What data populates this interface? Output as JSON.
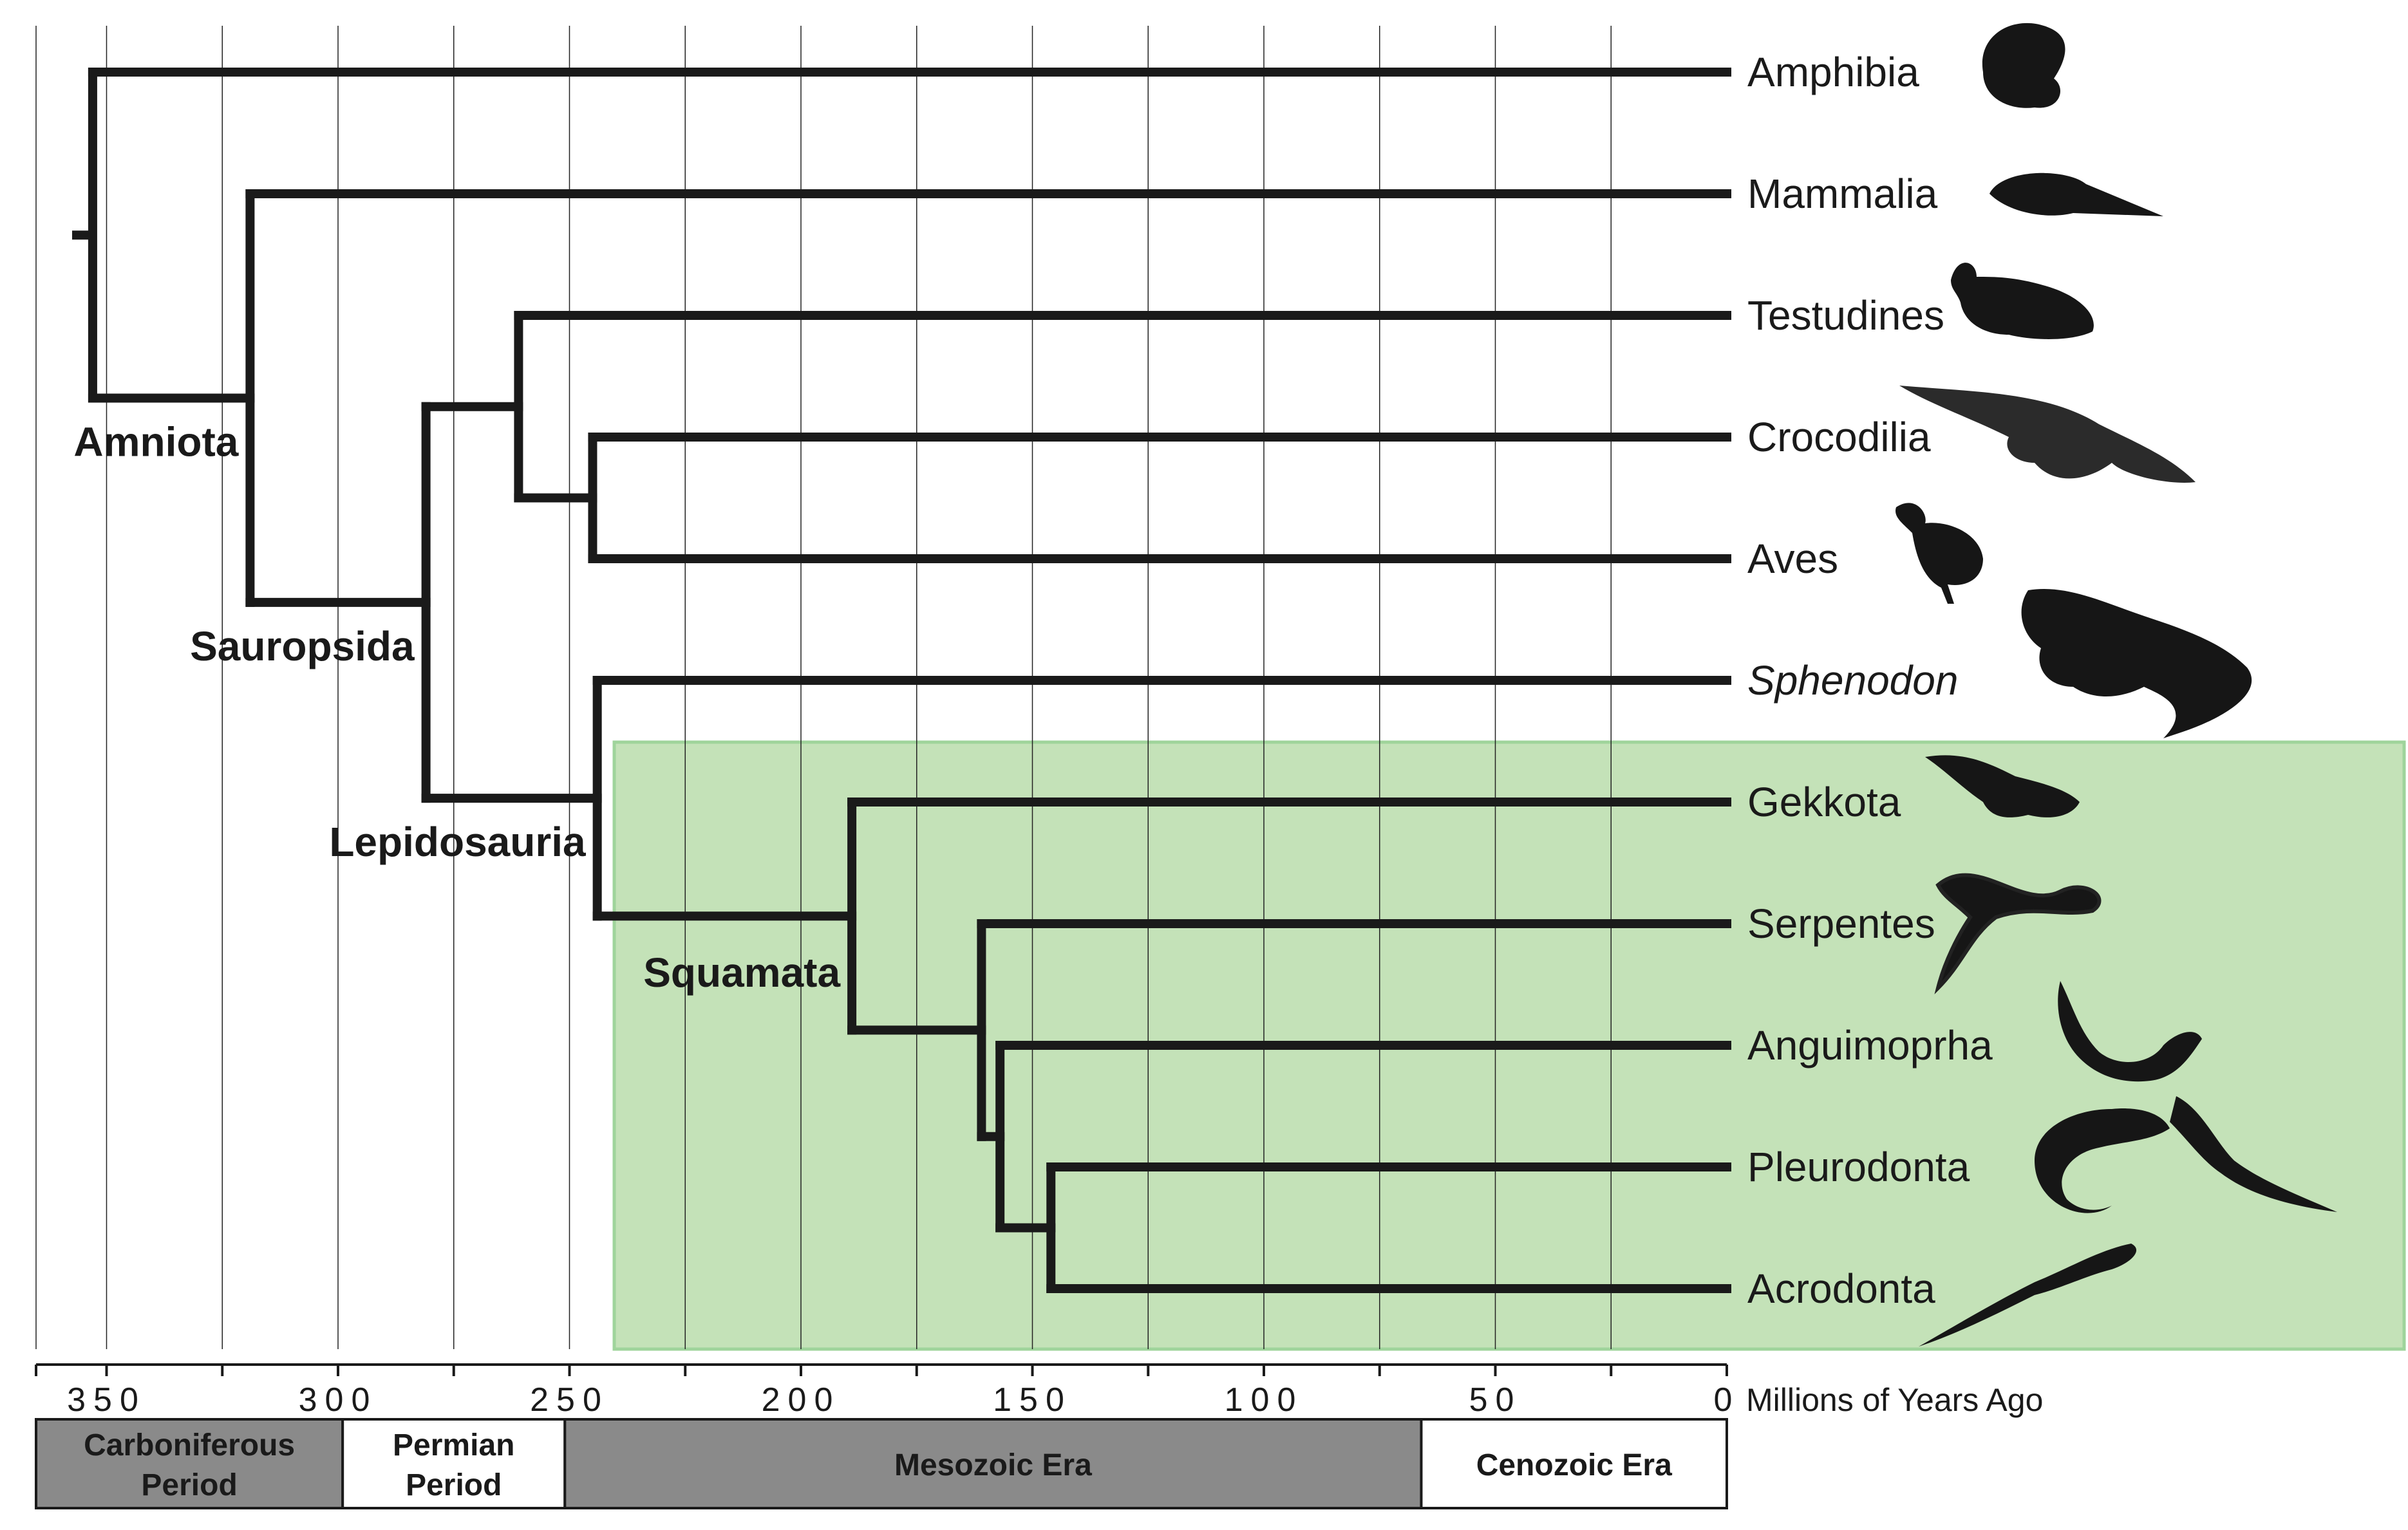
{
  "axis": {
    "ticks": [
      350,
      300,
      250,
      200,
      150,
      100,
      50,
      0
    ],
    "label": "Millions of Years Ago",
    "range_mya": [
      363,
      0
    ]
  },
  "periods": [
    {
      "lines": [
        "Carboniferous",
        "Period"
      ],
      "from": 363,
      "to": 299,
      "fill": "#8a8a8a"
    },
    {
      "lines": [
        "Permian",
        "Period"
      ],
      "from": 299,
      "to": 251,
      "fill": "#ffffff"
    },
    {
      "lines": [
        "Mesozoic Era"
      ],
      "from": 251,
      "to": 66,
      "fill": "#8a8a8a"
    },
    {
      "lines": [
        "Cenozoic Era"
      ],
      "from": 66,
      "to": 0,
      "fill": "#ffffff"
    }
  ],
  "taxa": [
    {
      "name": "Amphibia",
      "italic": false,
      "icon": "frog-icon"
    },
    {
      "name": "Mammalia",
      "italic": false,
      "icon": "shrew-icon"
    },
    {
      "name": "Testudines",
      "italic": false,
      "icon": "turtle-icon"
    },
    {
      "name": "Crocodilia",
      "italic": false,
      "icon": "crocodile-icon"
    },
    {
      "name": "Aves",
      "italic": false,
      "icon": "bird-icon"
    },
    {
      "name": "Sphenodon",
      "italic": true,
      "icon": "tuatara-icon"
    },
    {
      "name": "Gekkota",
      "italic": false,
      "icon": "gecko-icon"
    },
    {
      "name": "Serpentes",
      "italic": false,
      "icon": "snake-icon"
    },
    {
      "name": "Anguimoprha",
      "italic": false,
      "icon": "lizard-icon"
    },
    {
      "name": "Pleurodonta",
      "italic": false,
      "icon": "iguana-icon"
    },
    {
      "name": "Acrodonta",
      "italic": false,
      "icon": "agamid-icon"
    }
  ],
  "nodes": [
    {
      "id": "root",
      "age": 353,
      "children": [
        "Amphibia",
        "Amniota"
      ]
    },
    {
      "id": "Amniota",
      "label": "Amniota",
      "age": 319,
      "children": [
        "Mammalia",
        "Sauropsida"
      ]
    },
    {
      "id": "Sauropsida",
      "label": "Sauropsida",
      "age": 281,
      "children": [
        "turtle-archosaur",
        "Lepidosauria"
      ]
    },
    {
      "id": "turtle-archosaur",
      "age": 261,
      "children": [
        "Testudines",
        "archosaur"
      ]
    },
    {
      "id": "archosaur",
      "age": 245,
      "children": [
        "Crocodilia",
        "Aves"
      ]
    },
    {
      "id": "Lepidosauria",
      "label": "Lepidosauria",
      "age": 244,
      "children": [
        "Sphenodon",
        "Squamata"
      ]
    },
    {
      "id": "Squamata",
      "label": "Squamata",
      "age": 189,
      "children": [
        "Gekkota",
        "sq2"
      ]
    },
    {
      "id": "sq2",
      "age": 161,
      "children": [
        "Serpentes",
        "sq3"
      ]
    },
    {
      "id": "sq3",
      "age": 157,
      "children": [
        "Anguimoprha",
        "iguania"
      ]
    },
    {
      "id": "iguania",
      "age": 146,
      "children": [
        "Pleurodonta",
        "Acrodonta"
      ]
    }
  ],
  "squamata_box": {
    "color": "#c4e2b8",
    "border": "#9fd49b"
  }
}
